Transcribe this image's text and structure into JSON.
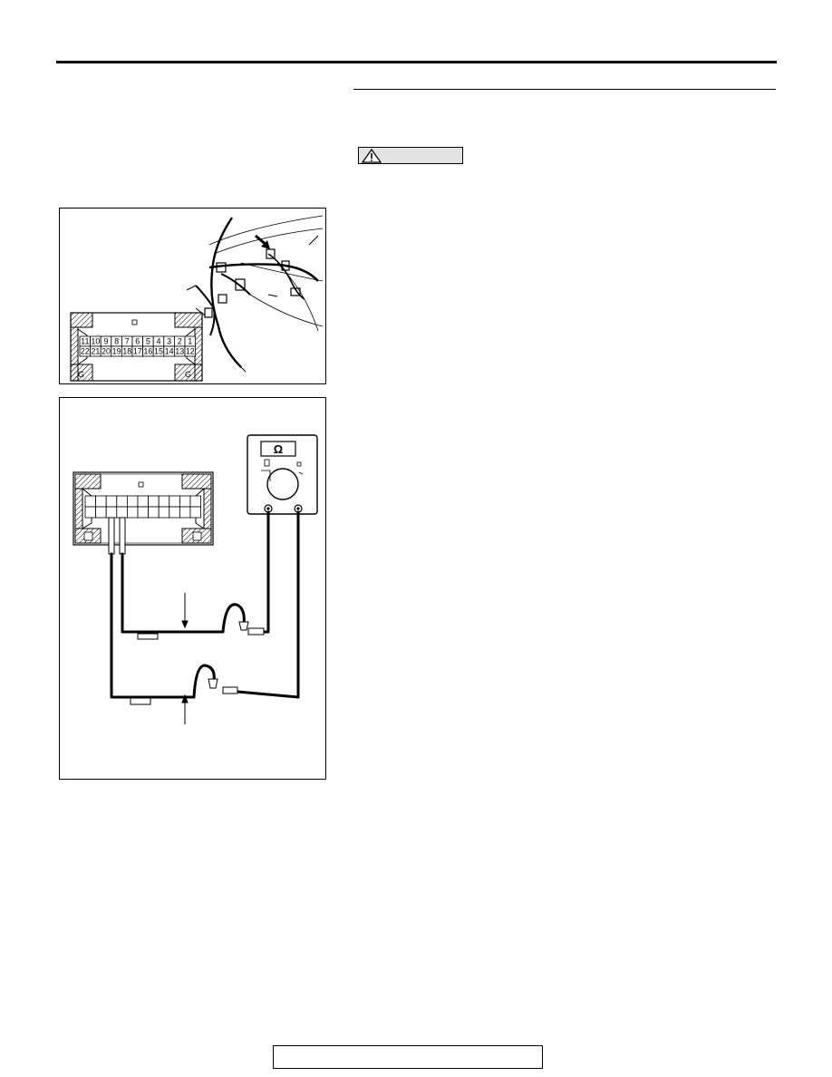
{
  "caution": {
    "label": "",
    "icon": "warning-triangle-icon"
  },
  "figure1": {
    "top_row_pins": [
      "11",
      "10",
      "9",
      "8",
      "7",
      "6",
      "5",
      "4",
      "3",
      "2",
      "1"
    ],
    "bottom_row_pins": [
      "22",
      "21",
      "20",
      "19",
      "18",
      "17",
      "16",
      "15",
      "14",
      "13",
      "12"
    ],
    "ground_marks": [
      "G",
      "G"
    ]
  },
  "figure2": {
    "meter_symbol": "Ω",
    "meter_icon": "ohmmeter-icon"
  },
  "footer": {
    "text": ""
  }
}
